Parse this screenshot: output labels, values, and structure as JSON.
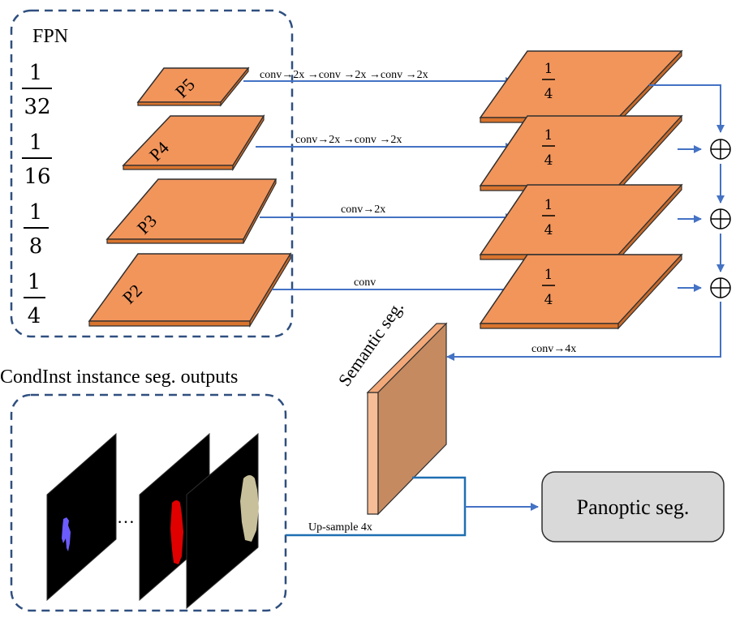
{
  "colors": {
    "feature_fill": "#f2955b",
    "feature_edge": "#d9742e",
    "semantic_front": "#c68a60",
    "semantic_side": "#f7bd96",
    "arrow": "#4472c4",
    "box_border": "#2f4f7f",
    "panoptic_fill": "#d9d9d9",
    "mask_bg": "#000000",
    "mask_blue": "#6b5cff",
    "mask_red": "#e00000",
    "mask_beige": "#c8c09a"
  },
  "fpn": {
    "title": "FPN",
    "scales": [
      {
        "num": "1",
        "den": "32"
      },
      {
        "num": "1",
        "den": "16"
      },
      {
        "num": "1",
        "den": "8"
      },
      {
        "num": "1",
        "den": "4"
      }
    ],
    "levels": [
      "P5",
      "P4",
      "P3",
      "P2"
    ]
  },
  "paths": [
    {
      "label": "conv→2x →conv →2x →conv →2x"
    },
    {
      "label": "conv→2x →conv →2x"
    },
    {
      "label": "conv→2x"
    },
    {
      "label": "conv"
    }
  ],
  "outputs": {
    "fraction": {
      "num": "1",
      "den": "4"
    }
  },
  "merge": {
    "symbol": "⊕",
    "post_label": "conv→4x"
  },
  "semantic": {
    "label": "Semantic seg."
  },
  "condinst": {
    "title": "CondInst instance seg. outputs",
    "ellipsis": "…",
    "upsample_label": "Up-sample 4x"
  },
  "panoptic": {
    "label": "Panoptic seg."
  }
}
